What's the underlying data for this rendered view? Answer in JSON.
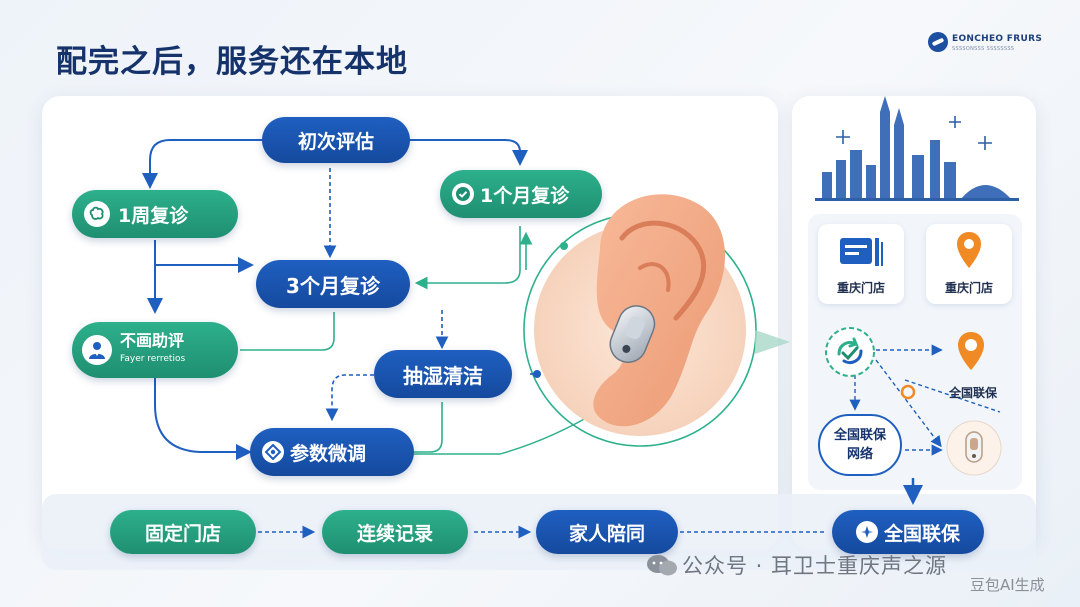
{
  "title": "配完之后，服务还在本地",
  "logo": {
    "name": "EONCHEO FRURS",
    "subtitle": "SSSSONSSS SSSSSSSS"
  },
  "flow": {
    "initial": "初次评估",
    "week1": "1周复诊",
    "month1": "1个月复诊",
    "month3": "3个月复诊",
    "assessment": "不画助评",
    "assessment_sub": "Fayer rerretios",
    "cleaning": "抽湿清洁",
    "tuning": "参数微调"
  },
  "bottom": {
    "store": "固定门店",
    "record": "连续记录",
    "family": "家人陪同",
    "warranty": "全国联保"
  },
  "side": {
    "store_a": "重庆门店",
    "store_b": "重庆门店",
    "warranty": "全国联保",
    "network_line1": "全国联保",
    "network_line2": "网络"
  },
  "watermark": {
    "source": "公众号 · 耳卫士重庆声之源",
    "ai_tag": "豆包AI生成"
  },
  "colors": {
    "blue": "#1f5fc0",
    "green": "#2db08c",
    "title": "#15326b",
    "orange": "#f08a24",
    "skin": "#f7c8a8"
  }
}
